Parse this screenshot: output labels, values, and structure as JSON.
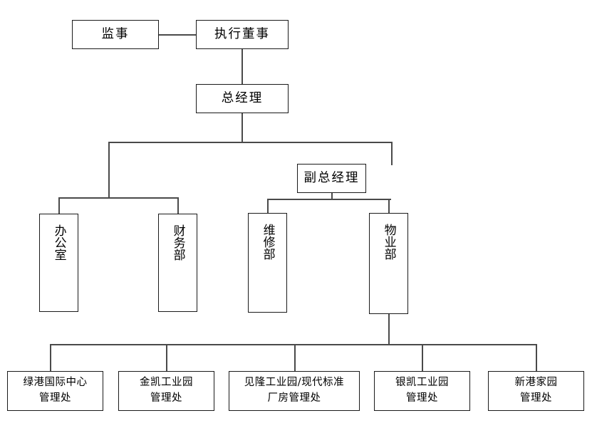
{
  "chart_data": {
    "type": "diagram",
    "title": "",
    "diagram_kind": "organizational-chart",
    "orientation": "top-down",
    "nodes": [
      {
        "id": "supervisor",
        "label": "监事",
        "level": 0
      },
      {
        "id": "executive-director",
        "label": "执行董事",
        "level": 0
      },
      {
        "id": "general-manager",
        "label": "总经理",
        "level": 1
      },
      {
        "id": "deputy-gm",
        "label": "副总经理",
        "level": 2
      },
      {
        "id": "office",
        "label": "办公室",
        "level": 3
      },
      {
        "id": "finance-dept",
        "label": "财务部",
        "level": 3
      },
      {
        "id": "maintenance-dept",
        "label": "维修部",
        "level": 3
      },
      {
        "id": "property-dept",
        "label": "物业部",
        "level": 3
      },
      {
        "id": "lvgang",
        "label": "绿港国际中心\n管理处",
        "level": 4
      },
      {
        "id": "jinkai",
        "label": "金凯工业园\n管理处",
        "level": 4
      },
      {
        "id": "jianlong",
        "label": "见隆工业园/现代标准\n厂房管理处",
        "level": 4
      },
      {
        "id": "yinkai",
        "label": "银凯工业园\n管理处",
        "level": 4
      },
      {
        "id": "xingang",
        "label": "新港家园\n管理处",
        "level": 4
      }
    ],
    "edges": [
      {
        "from": "supervisor",
        "to": "executive-director",
        "style": "horizontal"
      },
      {
        "from": "executive-director",
        "to": "general-manager"
      },
      {
        "from": "general-manager",
        "to": "office"
      },
      {
        "from": "general-manager",
        "to": "finance-dept"
      },
      {
        "from": "general-manager",
        "to": "deputy-gm"
      },
      {
        "from": "deputy-gm",
        "to": "maintenance-dept"
      },
      {
        "from": "deputy-gm",
        "to": "property-dept"
      },
      {
        "from": "property-dept",
        "to": "lvgang"
      },
      {
        "from": "property-dept",
        "to": "jinkai"
      },
      {
        "from": "property-dept",
        "to": "jianlong"
      },
      {
        "from": "property-dept",
        "to": "yinkai"
      },
      {
        "from": "property-dept",
        "to": "xingang"
      }
    ],
    "colors": {
      "background": "#ffffff",
      "box_border": "#1a1a1a",
      "box_fill": "#ffffff",
      "connector": "#4a4a4a",
      "text": "#000000"
    }
  },
  "nodes": {
    "supervisor": "监事",
    "executive_director": "执行董事",
    "general_manager": "总经理",
    "deputy_gm": "副总经理",
    "office": "办公室",
    "finance_dept": "财务部",
    "maintenance_dept": "维修部",
    "property_dept": "物业部",
    "leaf_lvgang": "绿港国际中心\n管理处",
    "leaf_jinkai": "金凯工业园\n管理处",
    "leaf_jianlong": "见隆工业园/现代标准\n厂房管理处",
    "leaf_yinkai": "银凯工业园\n管理处",
    "leaf_xingang": "新港家园\n管理处"
  }
}
